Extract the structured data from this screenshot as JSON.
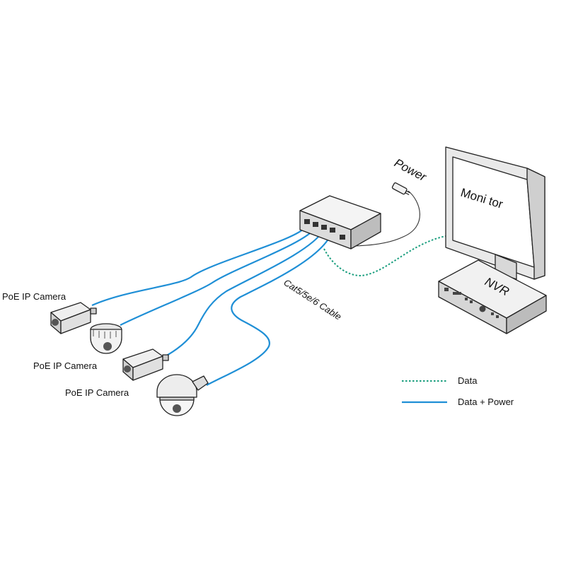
{
  "colors": {
    "data": "#1a9e7e",
    "data_power": "#1f8fd6",
    "outline": "#222222"
  },
  "devices": {
    "monitor": {
      "label": "Moni tor"
    },
    "nvr": {
      "label": "NVR"
    },
    "switch": {
      "icon": "poe-switch-icon"
    },
    "power": {
      "label": "Power",
      "icon": "power-adapter-icon"
    }
  },
  "cameras": [
    {
      "label": "PoE IP Camera",
      "icon": "bullet-camera-icon"
    },
    {
      "label": "PoE IP Camera",
      "icon": "dome-camera-icon"
    },
    {
      "label": "PoE IP Camera",
      "icon": "bullet-camera-icon"
    },
    {
      "label": "",
      "icon": "speed-dome-camera-icon"
    }
  ],
  "cable": {
    "label": "Cat5/5e/6 Cable"
  },
  "legend": {
    "data": {
      "label": "Data"
    },
    "data_power": {
      "label": "Data + Power"
    }
  }
}
